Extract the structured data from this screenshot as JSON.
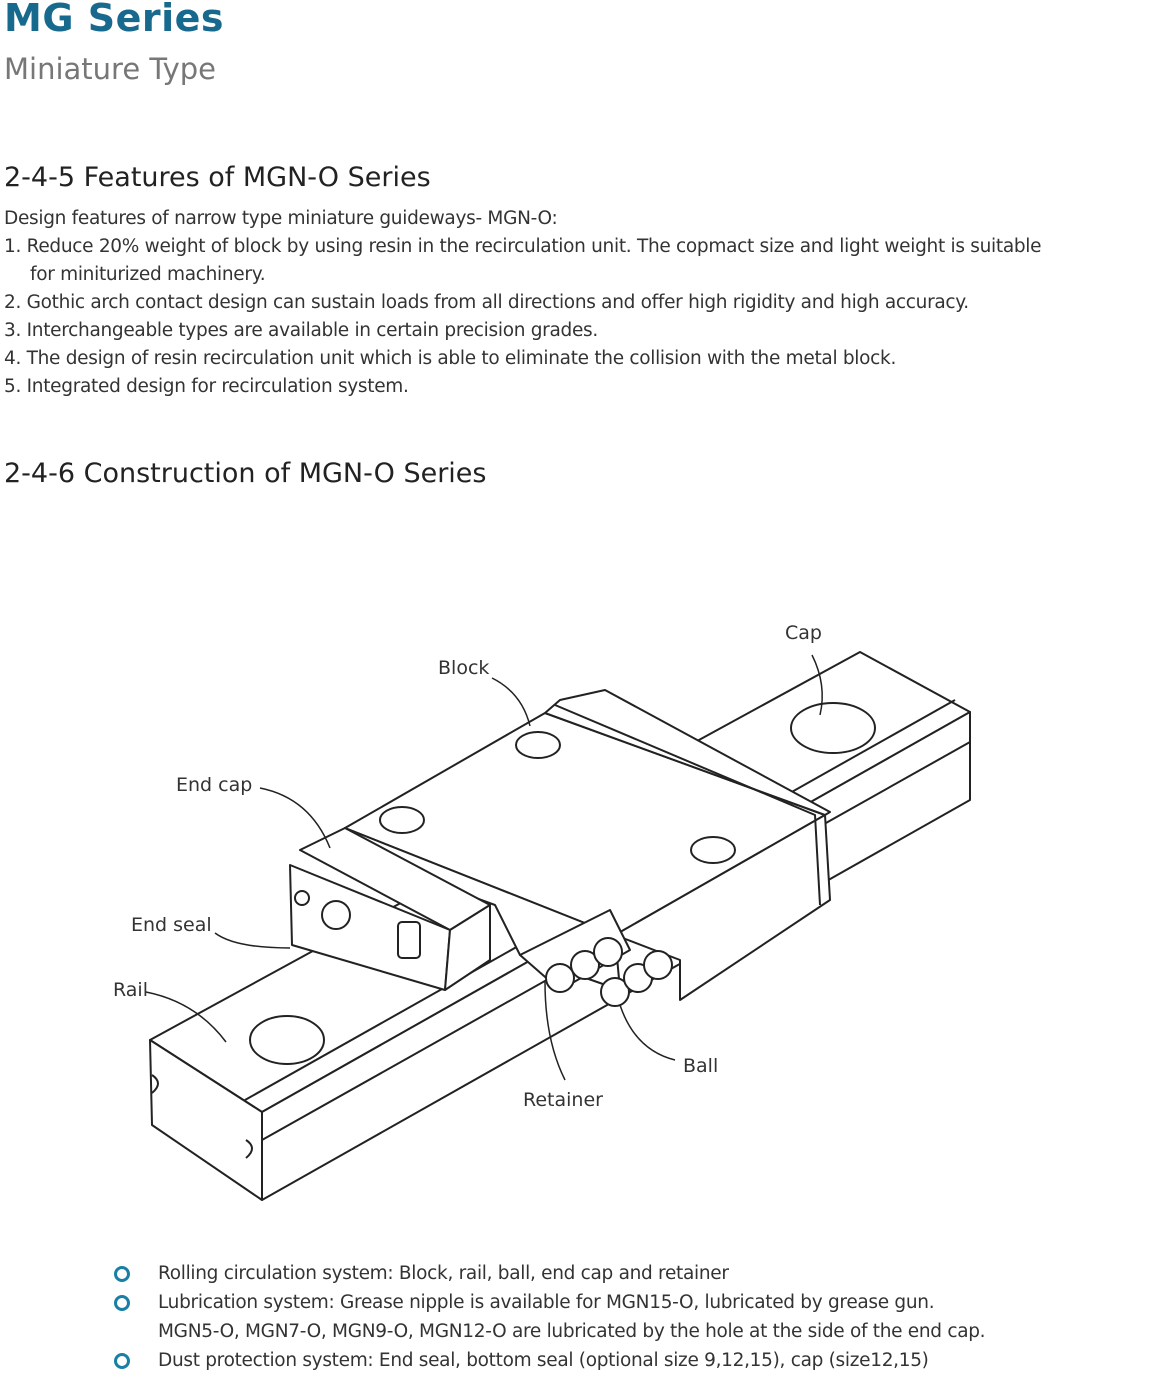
{
  "header": {
    "title": "MG Series",
    "subtitle": "Miniature Type"
  },
  "features": {
    "heading": "2-4-5  Features of MGN-O Series",
    "intro": "Design features of narrow type miniature guideways- MGN-O:",
    "items": [
      "1. Reduce 20% weight of block by using resin in the recirculation unit. The copmact size and light weight is suitable",
      "for miniturized machinery.",
      "2. Gothic arch contact design can sustain loads from all directions and offer high rigidity and high accuracy.",
      "3. Interchangeable types are available in certain precision grades.",
      "4. The design of resin recirculation unit which is able to eliminate the collision with the metal block.",
      "5. Integrated design for recirculation system."
    ]
  },
  "construction": {
    "heading": "2-4-6 Construction of MGN-O Series",
    "labels": {
      "cap": "Cap",
      "block": "Block",
      "end_cap": "End cap",
      "end_seal": "End seal",
      "rail": "Rail",
      "ball": "Ball",
      "retainer": "Retainer"
    },
    "bullets": [
      "Rolling circulation system: Block, rail, ball, end cap and retainer",
      "Lubrication system: Grease nipple is available for MGN15-O, lubricated by grease gun.",
      "MGN5-O, MGN7-O, MGN9-O, MGN12-O are lubricated by the hole at the side of the end cap.",
      "Dust protection system: End seal, bottom seal (optional size 9,12,15), cap (size12,15)"
    ],
    "colors": {
      "brand": "#17698d",
      "bullet": "#1a7fa5"
    }
  }
}
